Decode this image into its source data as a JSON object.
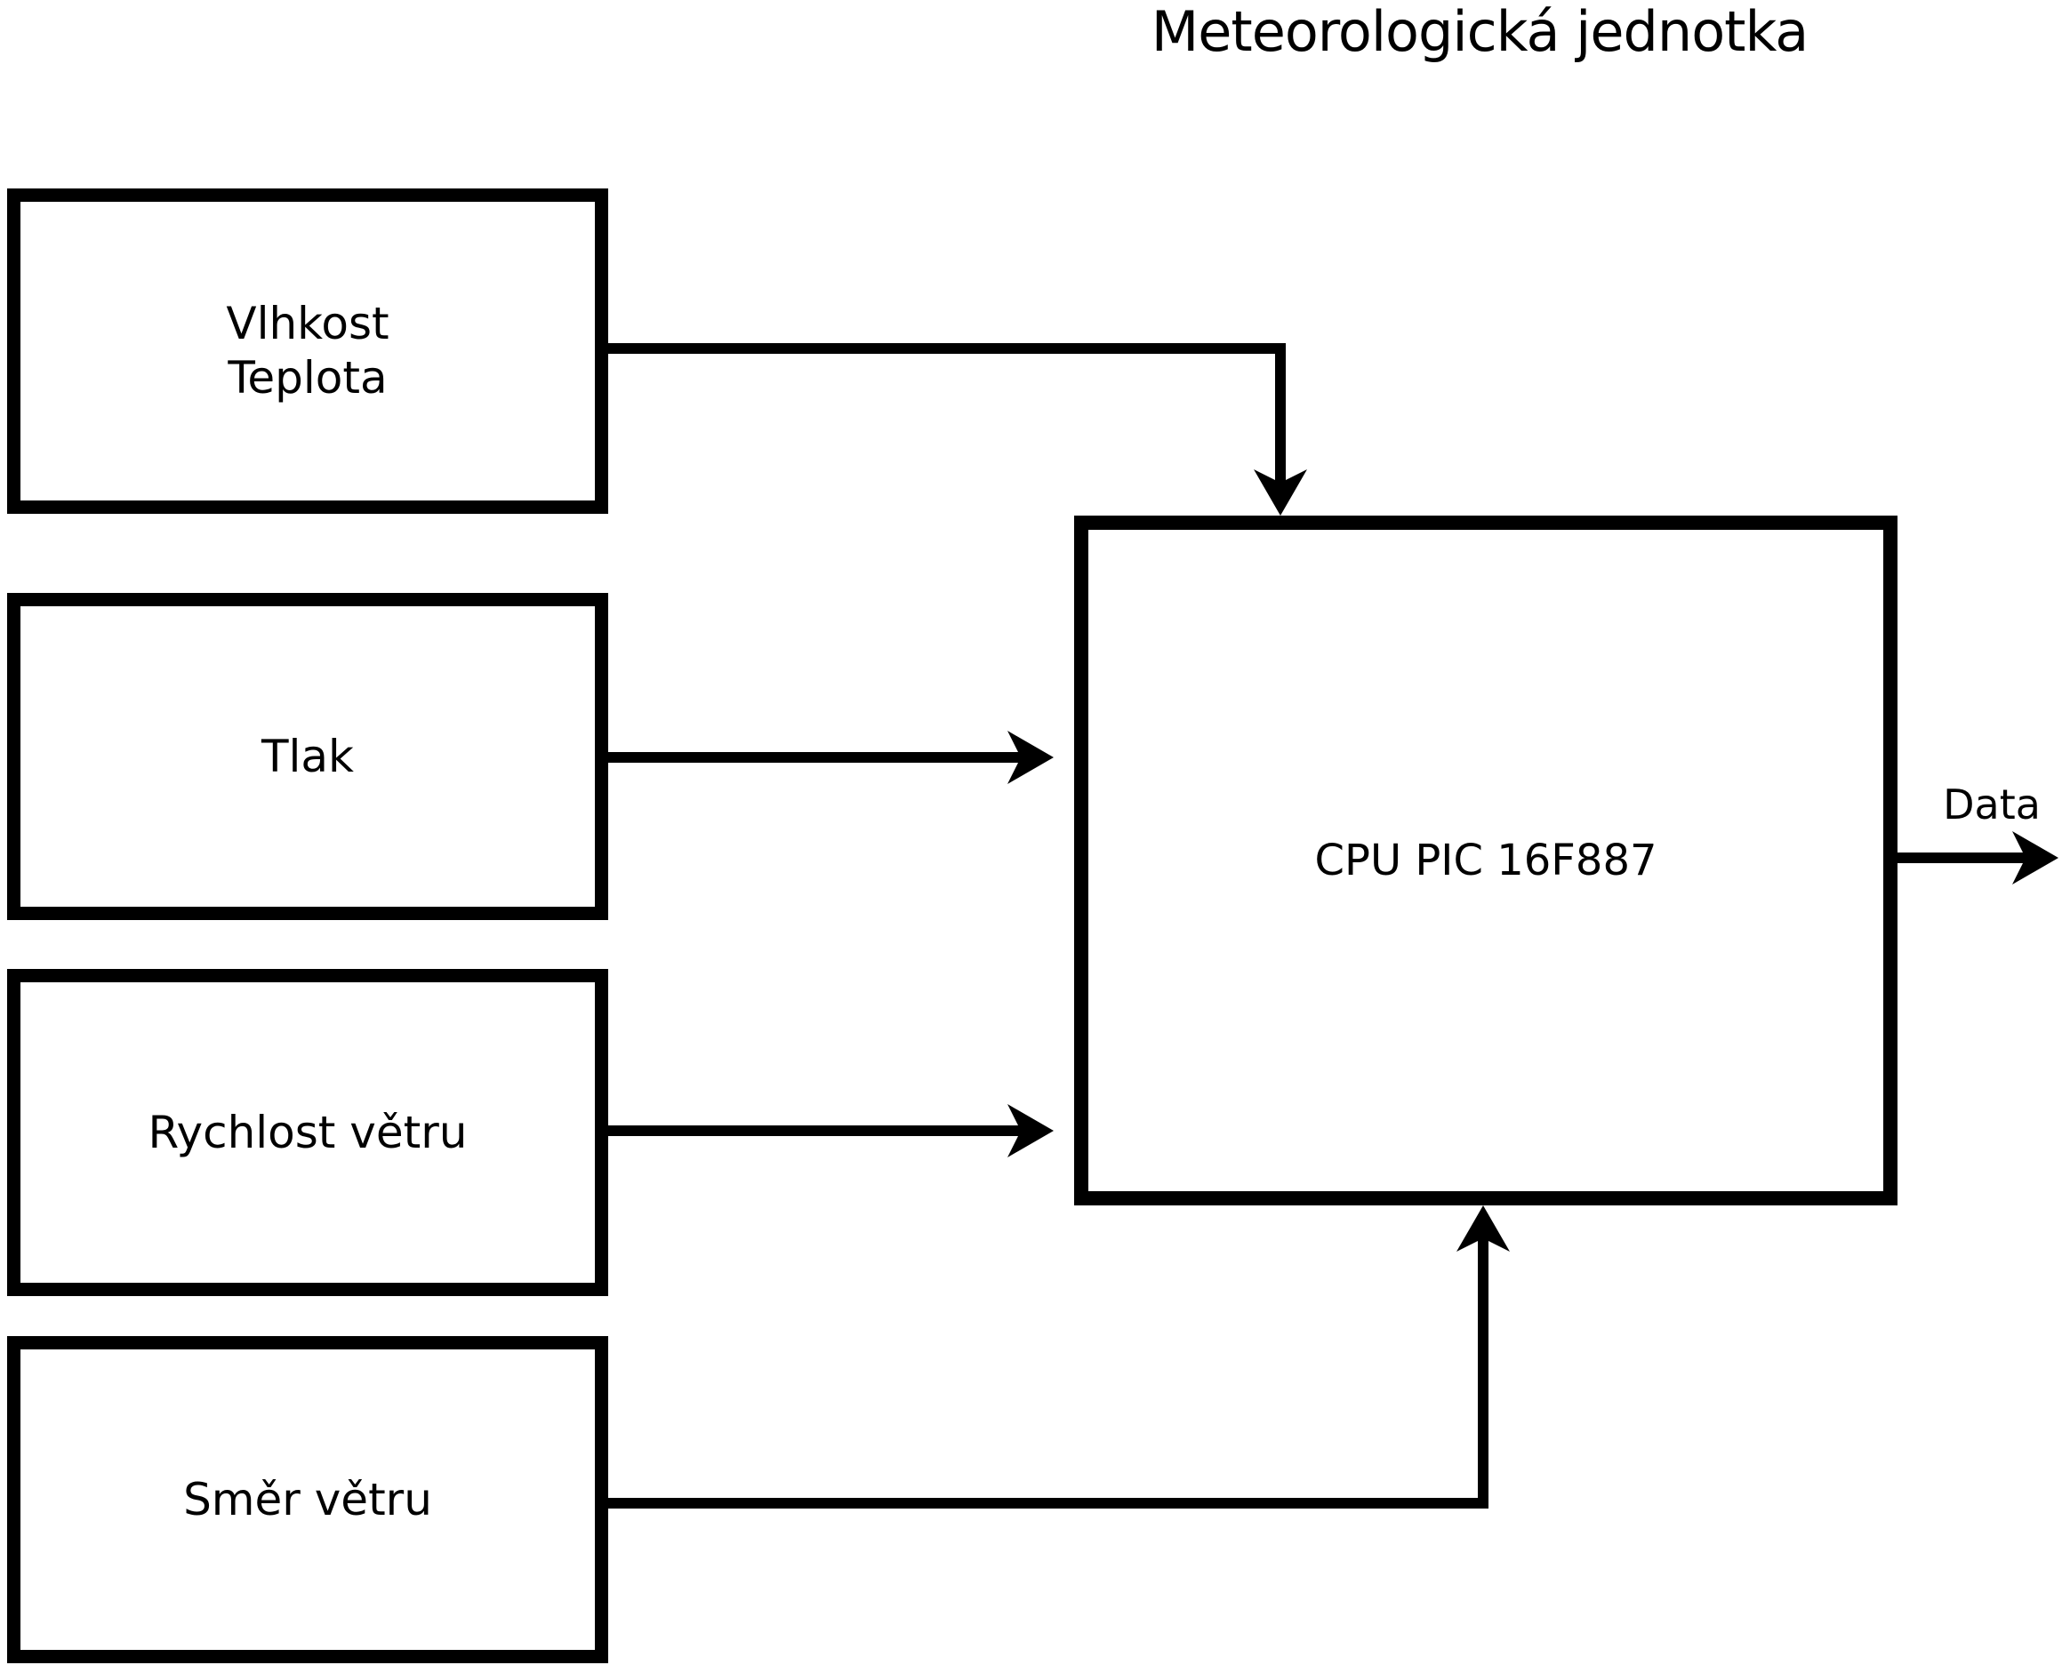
{
  "diagram": {
    "title": "Meteorologická jednotka",
    "nodes": {
      "humidity_temp": {
        "line1": "Vlhkost",
        "line2": "Teplota"
      },
      "pressure": {
        "label": "Tlak"
      },
      "wind_speed": {
        "label": "Rychlost větru"
      },
      "wind_direction": {
        "label": "Směr větru"
      },
      "cpu": {
        "label": "CPU PIC 16F887"
      }
    },
    "output": {
      "label": "Data"
    },
    "colors": {
      "line": "#000000",
      "background": "#ffffff"
    }
  }
}
